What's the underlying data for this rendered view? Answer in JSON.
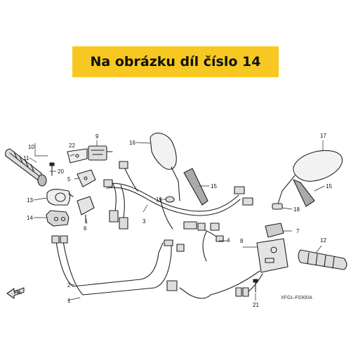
{
  "banner": {
    "text": "Na obrázku díl číslo 14",
    "background": "#f6c821"
  },
  "diagram": {
    "code": "XFGI–F0300A",
    "direction_label": "FR.",
    "callouts": [
      "1",
      "2",
      "3",
      "4",
      "5",
      "6",
      "7",
      "8",
      "9",
      "10",
      "11",
      "12",
      "13",
      "14",
      "15",
      "15",
      "16",
      "17",
      "18",
      "19",
      "20",
      "21",
      "22"
    ]
  }
}
